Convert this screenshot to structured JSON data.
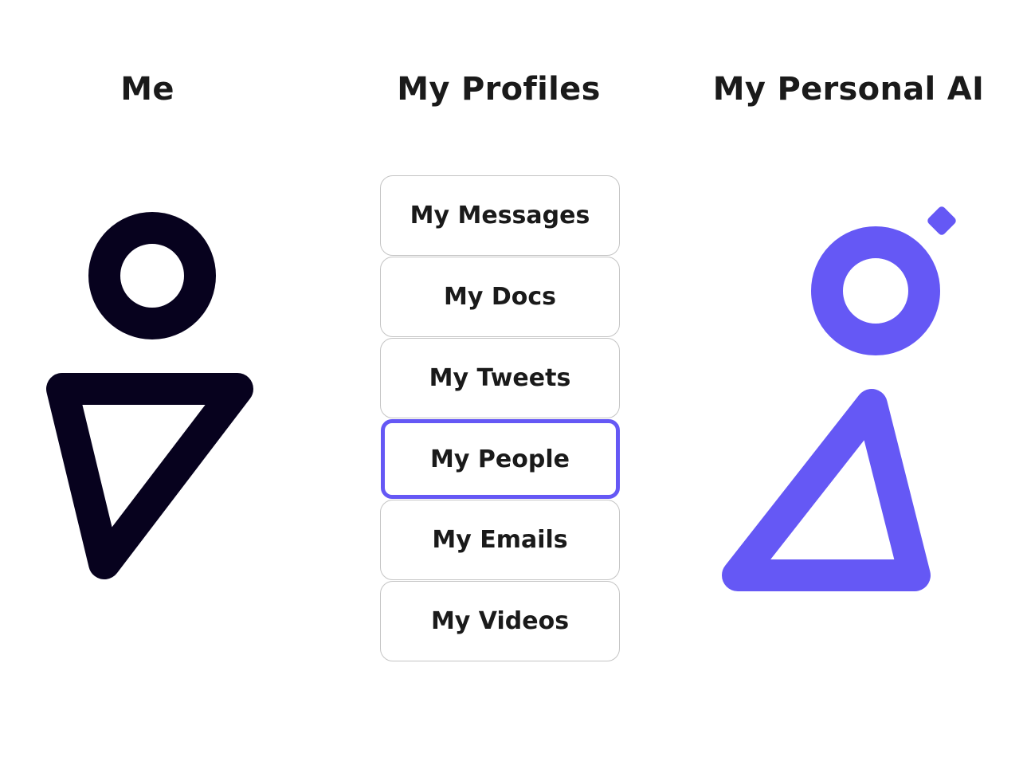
{
  "columns": {
    "me": {
      "title": "Me"
    },
    "profiles": {
      "title": "My Profiles"
    },
    "ai": {
      "title": "My Personal AI"
    }
  },
  "profiles": {
    "items": [
      {
        "label": "My Messages",
        "selected": false
      },
      {
        "label": "My Docs",
        "selected": false
      },
      {
        "label": "My Tweets",
        "selected": false
      },
      {
        "label": "My People",
        "selected": true
      },
      {
        "label": "My Emails",
        "selected": false
      },
      {
        "label": "My Videos",
        "selected": false
      }
    ]
  },
  "icons": {
    "me": "person-icon",
    "ai": "personal-ai-icon"
  },
  "colors": {
    "me_figure": "#07021e",
    "ai_accent": "#6558f5",
    "item_border": "#c4c4c4",
    "text": "#1a1a1a"
  }
}
